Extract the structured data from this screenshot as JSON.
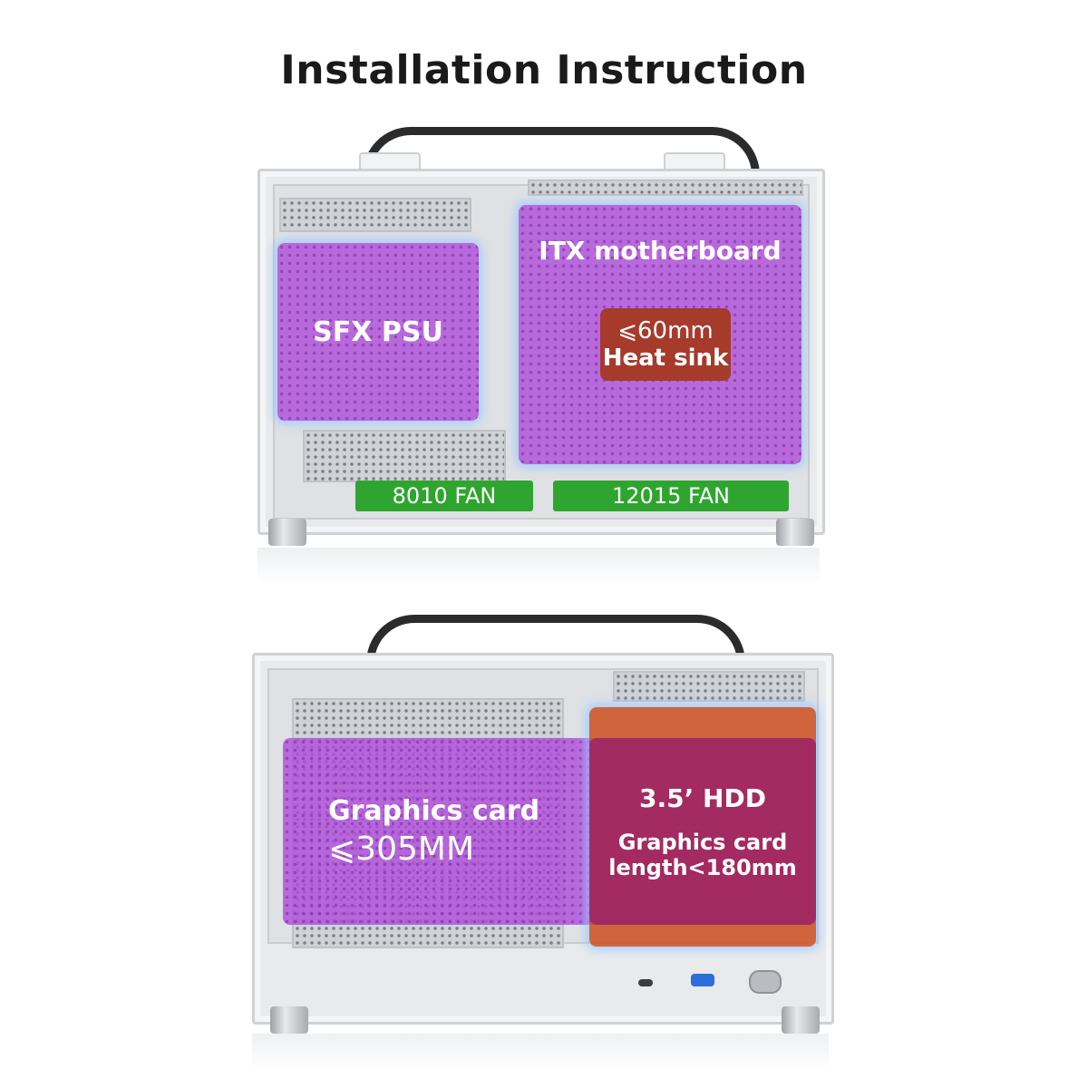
{
  "title": "Installation Instruction",
  "top_view": {
    "psu_label": "SFX PSU",
    "motherboard_label": "ITX motherboard",
    "heatsink_limit": "⩽60mm",
    "heatsink_label": "Heat sink",
    "fan_small": "8010 FAN",
    "fan_large": "12015 FAN"
  },
  "bottom_view": {
    "gpu_label": "Graphics card",
    "gpu_limit": "⩽305MM",
    "hdd_label": "3.5’ HDD",
    "hdd_gpu_label": "Graphics card",
    "hdd_gpu_limit": "length<180mm"
  },
  "colors": {
    "zone_purple": "#b04eda",
    "fan_green": "#2ea52e",
    "heatsink_red": "#a63a2b",
    "hdd_orange": "#cd5226"
  }
}
